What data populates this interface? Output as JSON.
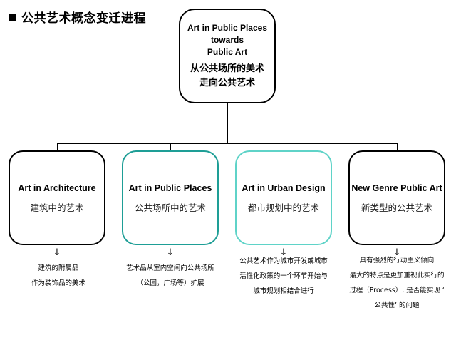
{
  "title": "公共艺术概念变迁进程",
  "root": {
    "en_line1": "Art in Public Places",
    "en_line2": "towards",
    "en_line3": "Public Art",
    "zh_line1": "从公共场所的美术",
    "zh_line2": "走向公共艺术"
  },
  "children": [
    {
      "en": "Art in Architecture",
      "zh": "建筑中的艺术",
      "arrow": "↓",
      "notes": [
        "建筑的附属品",
        "作为装饰品的美术"
      ]
    },
    {
      "en": "Art in Public Places",
      "zh": "公共场所中的艺术",
      "arrow": "↓",
      "notes": [
        "艺术品从室内空间向公共场所",
        "（公园，广场等）扩展"
      ]
    },
    {
      "en": "Art in Urban Design",
      "zh": "都市规划中的艺术",
      "arrow": "↓",
      "notes": [
        "公共艺术作为城市开发或城市",
        "活性化政策的一个环节开始与",
        "城市规划相结合进行"
      ]
    },
    {
      "en": "New Genre Public Art",
      "zh": "新类型的公共艺术",
      "arrow": "↓",
      "notes": [
        "具有强烈的行动主义倾向",
        "最大的特点是更加重视此实行的",
        "过程（Process）, 是否能实现 ‘",
        "公共性’ 的问题"
      ]
    }
  ]
}
